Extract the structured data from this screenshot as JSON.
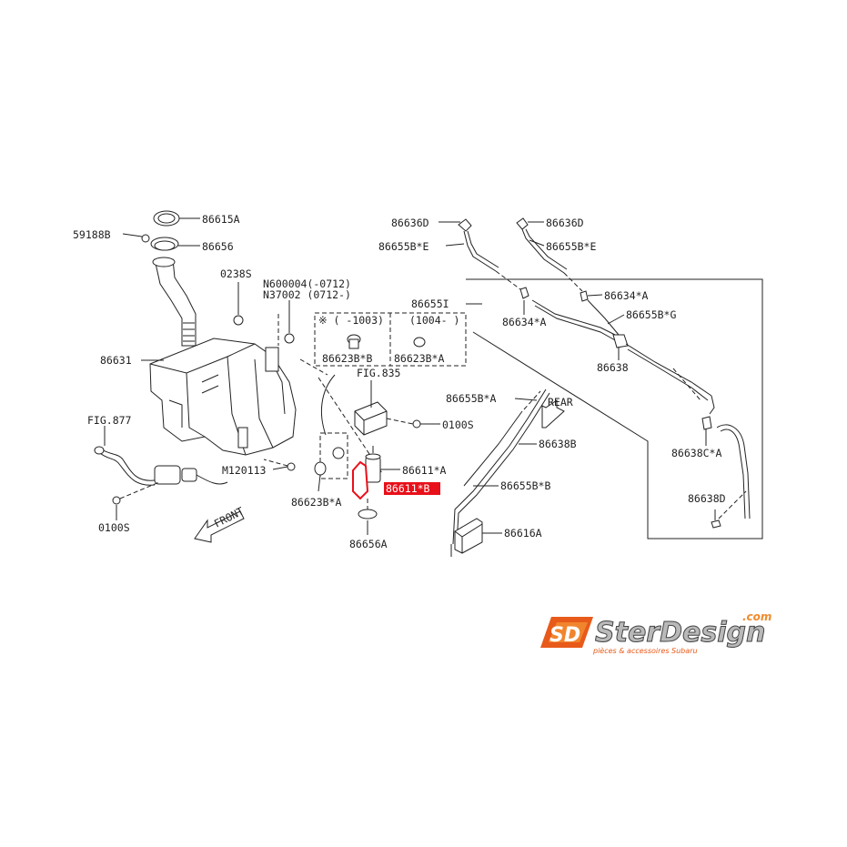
{
  "labels": {
    "l86615A": "86615A",
    "l59188B": "59188B",
    "l86656": "86656",
    "l0238S": "0238S",
    "lN600004": "N600004(-0712)",
    "lN37002": "N37002 (0712-)",
    "lrange1": "※ ( -1003)",
    "lrange2": "(1004- )",
    "l86623BB": "86623B*B",
    "l86623BA_top": "86623B*A",
    "l86631": "86631",
    "lFIG835": "FIG.835",
    "l0100S_right": "0100S",
    "lFIG877": "FIG.877",
    "lM120113": "M120113",
    "l86611A": "86611*A",
    "l86611B": "86611*B",
    "l86623BA_bottom": "86623B*A",
    "l86656A": "86656A",
    "l0100S_left": "0100S",
    "lFRONT": "FRONT",
    "l86636D_left": "86636D",
    "l86655BE_left": "86655B*E",
    "l86636D_right": "86636D",
    "l86655BE_right": "86655B*E",
    "l86655I": "86655I",
    "l86634A_right": "86634*A",
    "l86634A_left": "86634*A",
    "l86655BG": "86655B*G",
    "l86638": "86638",
    "l86655BA": "86655B*A",
    "lREAR": "REAR",
    "l86638B": "86638B",
    "l86655BB": "86655B*B",
    "l86638CA": "86638C*A",
    "l86638D": "86638D",
    "l86616A": "86616A"
  },
  "highlight": {
    "part": "86611*B",
    "color": "#e8101a"
  },
  "logo": {
    "mark": "SD",
    "name": "SterDesign",
    "domain": ".com",
    "tagline": "pièces & accessoires Subaru",
    "accent": "#e85a1a"
  }
}
